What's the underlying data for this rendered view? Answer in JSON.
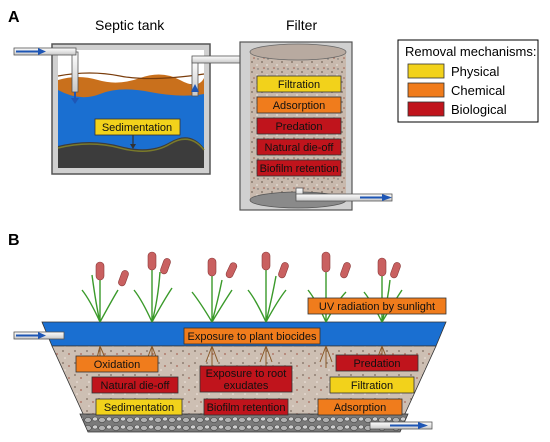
{
  "panel_a": {
    "letter": "A",
    "septic_title": "Septic tank",
    "filter_title": "Filter",
    "sedimentation": "Sedimentation",
    "filter_boxes": [
      {
        "text": "Filtration",
        "class": "physical"
      },
      {
        "text": "Adsorption",
        "class": "chemical"
      },
      {
        "text": "Predation",
        "class": "biological"
      },
      {
        "text": "Natural die-off",
        "class": "biological"
      },
      {
        "text": "Biofilm retention",
        "class": "biological"
      }
    ]
  },
  "legend": {
    "title": "Removal mechanisms:",
    "items": [
      {
        "text": "Physical",
        "color": "#f2d21b"
      },
      {
        "text": "Chemical",
        "color": "#f07c1c"
      },
      {
        "text": "Biological",
        "color": "#c0141c"
      }
    ]
  },
  "panel_b": {
    "letter": "B",
    "uv": "UV radiation by sunlight",
    "plant_biocides": "Exposure to plant biocides",
    "oxidation": "Oxidation",
    "natural_die_off": "Natural die-off",
    "sedimentation": "Sedimentation",
    "root_exudates_line1": "Exposure to root",
    "root_exudates_line2": "exudates",
    "biofilm": "Biofilm retention",
    "predation": "Predation",
    "filtration": "Filtration",
    "adsorption": "Adsorption"
  },
  "colors": {
    "physical": "#f2d21b",
    "chemical": "#f07c1c",
    "biological": "#c0141c",
    "water": "#1a6fd1",
    "scum": "#c9701c",
    "sludge": "#3c3c3c",
    "gravel": "#b8aaa0"
  }
}
